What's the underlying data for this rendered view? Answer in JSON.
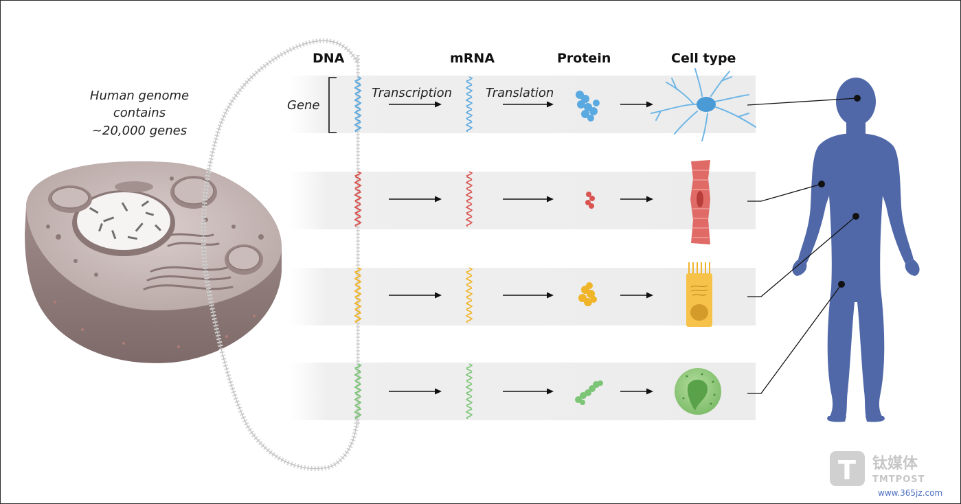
{
  "headers": {
    "dna": "DNA",
    "mrna": "mRNA",
    "protein": "Protein",
    "cell_type": "Cell type"
  },
  "genome_label": {
    "line1": "Human genome",
    "line2": "contains",
    "line3": "~20,000 genes"
  },
  "gene_label": "Gene",
  "process_labels": {
    "transcription": "Transcription",
    "translation": "Translation"
  },
  "rows": [
    {
      "name": "neuron",
      "color": "#5aa9e0"
    },
    {
      "name": "muscle-cell",
      "color": "#d9534f"
    },
    {
      "name": "epithelial-cell",
      "color": "#f0b429"
    },
    {
      "name": "white-blood-cell",
      "color": "#7cc576"
    }
  ],
  "body_color": "#5068a8",
  "watermark": {
    "mark": "T",
    "chinese": "钛媒体",
    "english": "TMTPOST",
    "url": "www.365jz.com"
  },
  "icons": [
    "cell-icon",
    "dna-strand-icon",
    "neuron-icon",
    "muscle-cell-icon",
    "epithelial-cell-icon",
    "white-blood-cell-icon",
    "human-body-icon"
  ]
}
